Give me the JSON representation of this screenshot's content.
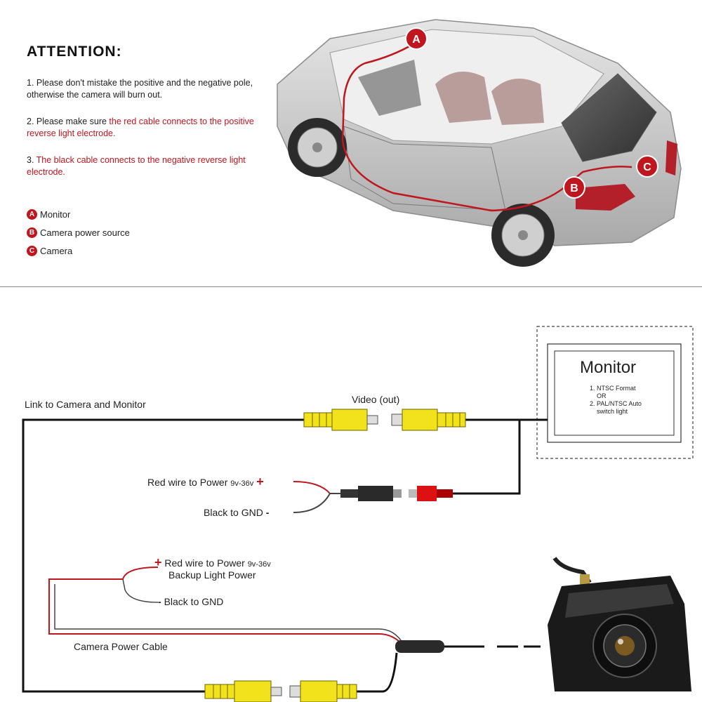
{
  "attention": {
    "title": "ATTENTION:",
    "note1": "1. Please don't mistake the positive and the negative pole, otherwise the camera will burn out.",
    "note2_prefix": "2. Please make sure ",
    "note2_red": "the red cable connects to the positive reverse light electrode.",
    "note3_prefix": "3. ",
    "note3_red": "The black cable connects to the negative reverse light electrode."
  },
  "legend": [
    {
      "letter": "A",
      "label": "Monitor"
    },
    {
      "letter": "B",
      "label": "Camera power source"
    },
    {
      "letter": "C",
      "label": "Camera"
    }
  ],
  "car_markers": [
    "A",
    "B",
    "C"
  ],
  "wiring": {
    "link_label": "Link to Camera and Monitor",
    "video_label": "Video (out)",
    "red_power_1": "Red wire to Power",
    "red_power_1_volt": "9v-36v",
    "black_gnd_1": "Black to GND",
    "red_power_2": "Red wire to Power",
    "red_power_2_volt": "9v-36v",
    "backup_light": "Backup Light Power",
    "black_gnd_2": "Black to GND",
    "camera_power_cable": "Camera Power Cable",
    "plus": "+",
    "minus": "-"
  },
  "monitor": {
    "title": "Monitor",
    "line1": "1. NTSC Format",
    "line2": "OR",
    "line3": "2. PAL/NTSC Auto",
    "line4": "switch light"
  },
  "colors": {
    "accent_red": "#c0161e",
    "connector_yellow": "#f2e21c",
    "car_body": "#d4d4d4"
  }
}
